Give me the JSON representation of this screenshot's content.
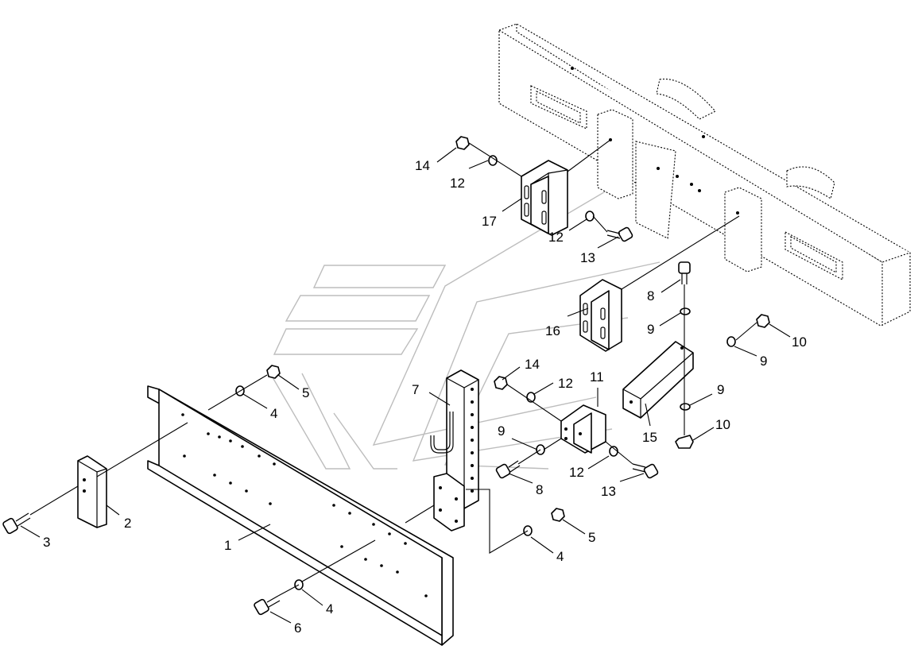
{
  "callouts": {
    "c1": "1",
    "c2": "2",
    "c3": "3",
    "c4a": "4",
    "c4b": "4",
    "c4c": "4",
    "c5a": "5",
    "c5b": "5",
    "c6": "6",
    "c7": "7",
    "c8a": "8",
    "c8b": "8",
    "c9a": "9",
    "c9b": "9",
    "c9c": "9",
    "c9d": "9",
    "c10a": "10",
    "c10b": "10",
    "c11": "11",
    "c12a": "12",
    "c12b": "12",
    "c12c": "12",
    "c12d": "12",
    "c13a": "13",
    "c13b": "13",
    "c14a": "14",
    "c14b": "14",
    "c15": "15",
    "c16": "16",
    "c17": "17"
  }
}
